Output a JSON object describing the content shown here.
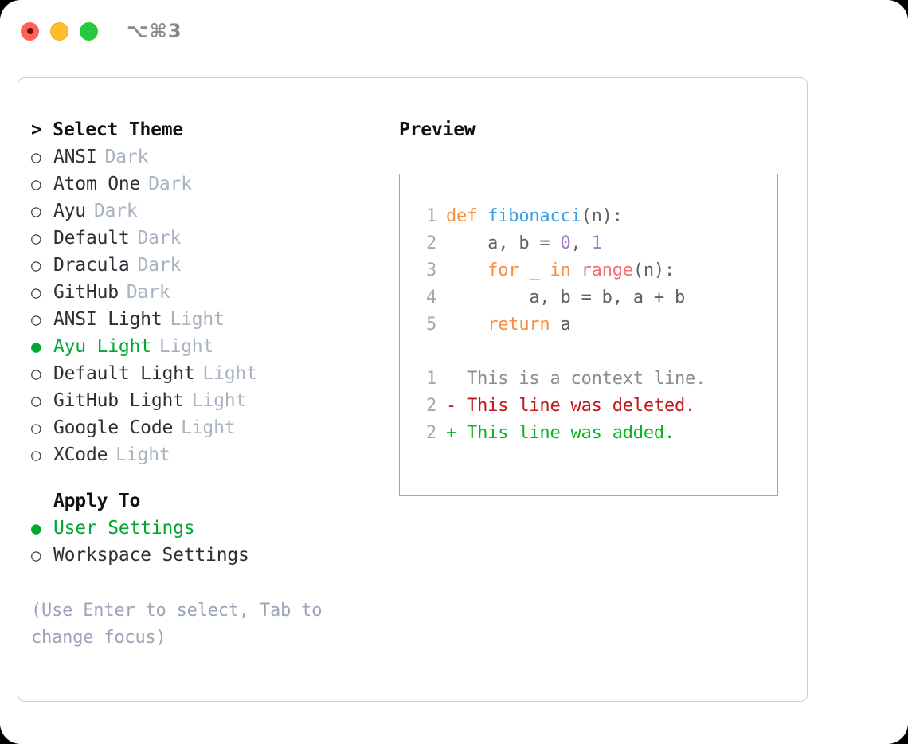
{
  "titlebar": {
    "shortcut": "⌥⌘3",
    "buttons": [
      {
        "name": "close",
        "color": "#ff6058"
      },
      {
        "name": "minimize",
        "color": "#ffbd2e"
      },
      {
        "name": "maximize",
        "color": "#28c840"
      }
    ]
  },
  "theme_section": {
    "heading": "> Select Theme",
    "items": [
      {
        "marker": "○",
        "label": "ANSI",
        "badge": "Dark",
        "selected": false
      },
      {
        "marker": "○",
        "label": "Atom One",
        "badge": "Dark",
        "selected": false
      },
      {
        "marker": "○",
        "label": "Ayu",
        "badge": "Dark",
        "selected": false
      },
      {
        "marker": "○",
        "label": "Default",
        "badge": "Dark",
        "selected": false
      },
      {
        "marker": "○",
        "label": "Dracula",
        "badge": "Dark",
        "selected": false
      },
      {
        "marker": "○",
        "label": "GitHub",
        "badge": "Dark",
        "selected": false
      },
      {
        "marker": "○",
        "label": "ANSI Light",
        "badge": "Light",
        "selected": false
      },
      {
        "marker": "●",
        "label": "Ayu Light",
        "badge": "Light",
        "selected": true
      },
      {
        "marker": "○",
        "label": "Default Light",
        "badge": "Light",
        "selected": false
      },
      {
        "marker": "○",
        "label": "GitHub Light",
        "badge": "Light",
        "selected": false
      },
      {
        "marker": "○",
        "label": "Google Code",
        "badge": "Light",
        "selected": false
      },
      {
        "marker": "○",
        "label": "XCode",
        "badge": "Light",
        "selected": false
      }
    ]
  },
  "apply_section": {
    "heading": "Apply To",
    "items": [
      {
        "marker": "●",
        "label": "User Settings",
        "selected": true
      },
      {
        "marker": "○",
        "label": "Workspace Settings",
        "selected": false
      }
    ]
  },
  "hint": "(Use Enter to select, Tab to change focus)",
  "preview": {
    "title": "Preview",
    "code_lines": [
      {
        "lineno": "1",
        "tokens": [
          {
            "text": "def ",
            "type": "kw"
          },
          {
            "text": "fibonacci",
            "type": "fn"
          },
          {
            "text": "(n):",
            "type": "punct"
          }
        ]
      },
      {
        "lineno": "2",
        "tokens": [
          {
            "text": "    a, b = ",
            "type": "plain"
          },
          {
            "text": "0",
            "type": "num"
          },
          {
            "text": ", ",
            "type": "plain"
          },
          {
            "text": "1",
            "type": "num"
          }
        ]
      },
      {
        "lineno": "3",
        "tokens": [
          {
            "text": "    for",
            "type": "kw"
          },
          {
            "text": " _ ",
            "type": "plain"
          },
          {
            "text": "in",
            "type": "kw"
          },
          {
            "text": " ",
            "type": "plain"
          },
          {
            "text": "range",
            "type": "built"
          },
          {
            "text": "(n):",
            "type": "punct"
          }
        ]
      },
      {
        "lineno": "4",
        "tokens": [
          {
            "text": "        a, b = b, a + b",
            "type": "plain"
          }
        ]
      },
      {
        "lineno": "5",
        "tokens": [
          {
            "text": "    return",
            "type": "kw"
          },
          {
            "text": " a",
            "type": "plain"
          }
        ]
      }
    ],
    "diff_lines": [
      {
        "lineno": "1",
        "text": "  This is a context line.",
        "type": "ctx"
      },
      {
        "lineno": "2",
        "text": "- This line was deleted.",
        "type": "del"
      },
      {
        "lineno": "2",
        "text": "+ This line was added.",
        "type": "add"
      }
    ]
  },
  "colors": {
    "accent_green": "#00a832",
    "muted": "#a9b2c0",
    "hint": "#9aa5b8",
    "panel_border": "#c8ccd4",
    "preview_border": "#9aa5b8",
    "syntax_keyword": "#fa8d3e",
    "syntax_function": "#399ee6",
    "syntax_number": "#a37acc",
    "syntax_builtin": "#f07171",
    "syntax_plain": "#5c6166",
    "diff_context": "#8c8c8c",
    "diff_delete": "#c0171a",
    "diff_add": "#00b81b"
  }
}
